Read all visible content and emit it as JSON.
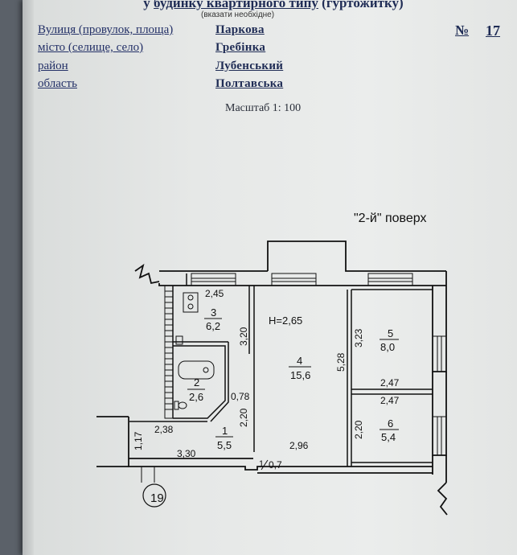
{
  "header": {
    "title_prefix": "у ",
    "title_underlined": "будинку квартирного типу",
    "title_suffix": " (гуртожитку)",
    "subtitle": "(вказати необхідне)",
    "number_sign": "№",
    "number": "17"
  },
  "address": [
    {
      "label": "Вулиця (провулок, площа)",
      "value": "Паркова"
    },
    {
      "label": "місто (селище, село)",
      "value": "Гребінка"
    },
    {
      "label": "район",
      "value": "Лубенський"
    },
    {
      "label": "область",
      "value": "Полтавська"
    }
  ],
  "scale": "Масштаб 1: 100",
  "floor_label": "\"2-й\" поверх",
  "plan": {
    "ceiling_height": "H=2,65",
    "rooms": [
      {
        "id": "1",
        "area": "5,5"
      },
      {
        "id": "2",
        "area": "2,6"
      },
      {
        "id": "3",
        "area": "6,2"
      },
      {
        "id": "4",
        "area": "15,6"
      },
      {
        "id": "5",
        "area": "8,0"
      },
      {
        "id": "6",
        "area": "5,4"
      }
    ],
    "dimensions": {
      "room3_width": "2,45",
      "room3_depth": "3,20",
      "room4_depth": "5,28",
      "room5_depth": "3,23",
      "room5_width": "2,47",
      "room6_width": "2,47",
      "room6_depth": "2,20",
      "hall_side": "0,78",
      "hall_height": "2,20",
      "hall_width_top": "2,38",
      "hall_width_bottom": "3,30",
      "entry_depth": "1,17",
      "room4_width": "2,96",
      "niche": "0,7",
      "niche_index": "1"
    },
    "building_number": "19"
  }
}
